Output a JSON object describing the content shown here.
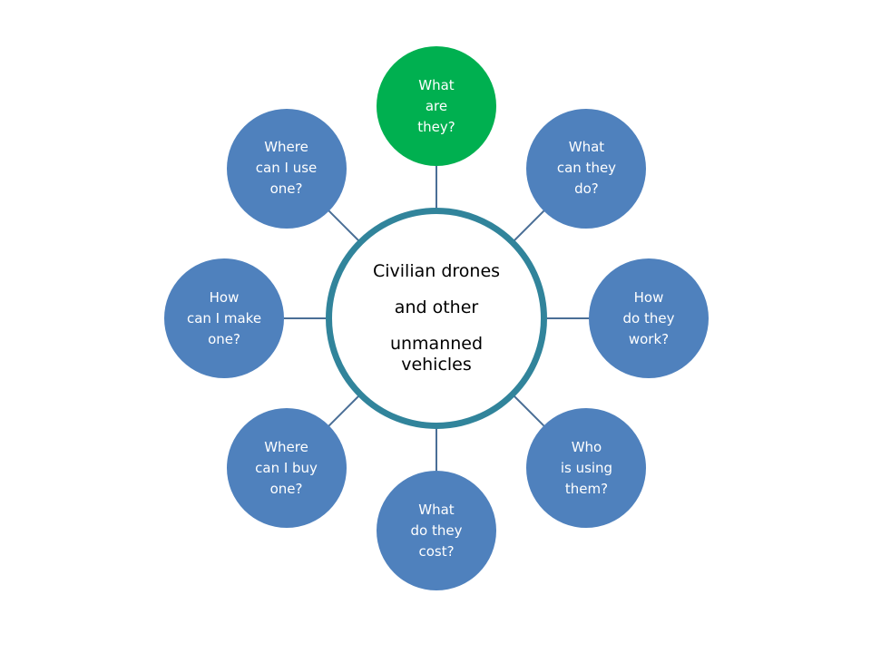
{
  "colors": {
    "node_fill": "#4F81BD",
    "node_highlight": "#00B050",
    "hub_border": "#31849B",
    "connector": "#4A6E96"
  },
  "hub": {
    "lines": [
      "Civilian drones",
      "and other",
      "unmanned",
      "vehicles"
    ]
  },
  "nodes": [
    {
      "id": "what-are-they",
      "lines": [
        "What",
        "are",
        "they?"
      ],
      "highlighted": true
    },
    {
      "id": "what-can-they-do",
      "lines": [
        "What",
        "can they",
        "do?"
      ],
      "highlighted": false
    },
    {
      "id": "how-do-they-work",
      "lines": [
        "How",
        "do they",
        "work?"
      ],
      "highlighted": false
    },
    {
      "id": "who-is-using-them",
      "lines": [
        "Who",
        "is using",
        "them?"
      ],
      "highlighted": false
    },
    {
      "id": "what-do-they-cost",
      "lines": [
        "What",
        "do they",
        "cost?"
      ],
      "highlighted": false
    },
    {
      "id": "where-can-i-buy-one",
      "lines": [
        "Where",
        "can I buy",
        "one?"
      ],
      "highlighted": false
    },
    {
      "id": "how-can-i-make-one",
      "lines": [
        "How",
        "can I make",
        "one?"
      ],
      "highlighted": false
    },
    {
      "id": "where-can-i-use-one",
      "lines": [
        "Where",
        "can I use",
        "one?"
      ],
      "highlighted": false
    }
  ]
}
